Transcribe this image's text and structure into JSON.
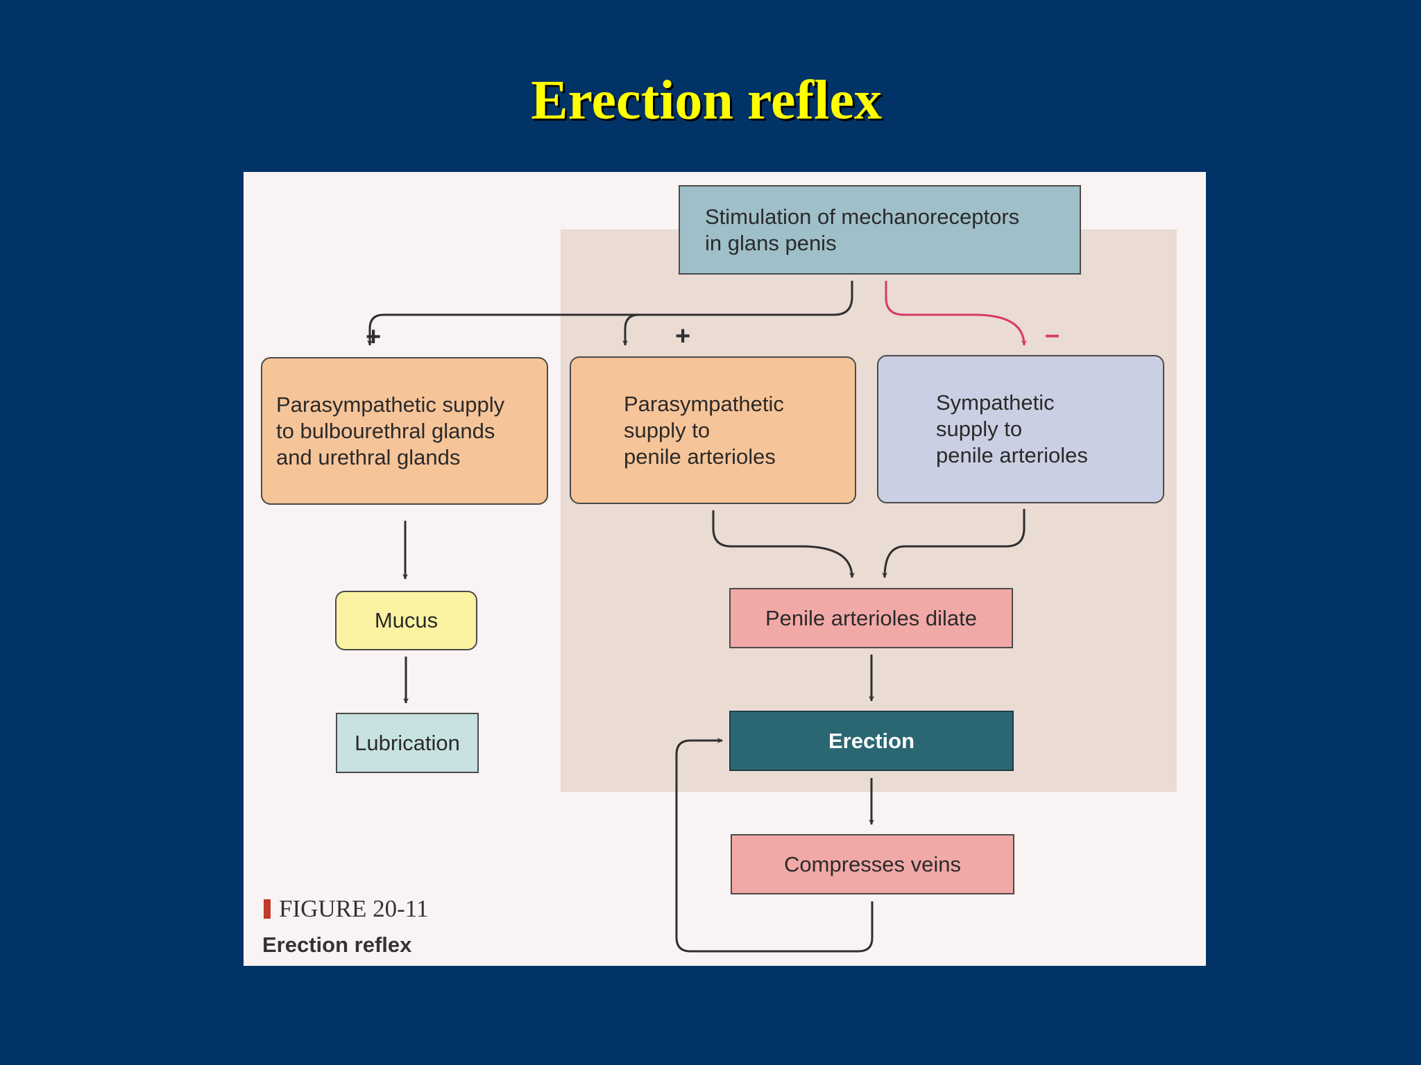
{
  "slide": {
    "title": "Erection reflex"
  },
  "diagram": {
    "nodes": {
      "stimulus": "Stimulation of mechanoreceptors\nin glans penis",
      "para_glands": "Parasympathetic supply\nto bulbourethral glands\nand urethral glands",
      "para_arterioles": "Parasympathetic\nsupply to\npenile arterioles",
      "symp_arterioles": "Sympathetic\nsupply to\npenile arterioles",
      "mucus": "Mucus",
      "lubrication": "Lubrication",
      "arterioles_dilate": "Penile arterioles dilate",
      "erection": "Erection",
      "compresses_veins": "Compresses veins"
    },
    "signs": {
      "plus_glands": "+",
      "plus_arterioles": "+",
      "minus_sympathetic": "–"
    },
    "edges": [
      {
        "from": "stimulus",
        "to": "para_glands",
        "effect": "+"
      },
      {
        "from": "stimulus",
        "to": "para_arterioles",
        "effect": "+"
      },
      {
        "from": "stimulus",
        "to": "symp_arterioles",
        "effect": "–"
      },
      {
        "from": "para_glands",
        "to": "mucus"
      },
      {
        "from": "mucus",
        "to": "lubrication"
      },
      {
        "from": "para_arterioles",
        "to": "arterioles_dilate"
      },
      {
        "from": "symp_arterioles",
        "to": "arterioles_dilate"
      },
      {
        "from": "arterioles_dilate",
        "to": "erection"
      },
      {
        "from": "erection",
        "to": "compresses_veins"
      },
      {
        "from": "compresses_veins",
        "to": "erection"
      }
    ],
    "colors": {
      "background": "#023366",
      "title": "#ffff00",
      "stimulus": "#9fbfc9",
      "parasympathetic": "#f6c499",
      "sympathetic": "#cbcfe3",
      "mucus": "#fbf3a2",
      "lubrication": "#c7e2e0",
      "response": "#f1a9a7",
      "erection": "#2b6673",
      "inhibitory_arrow": "#d8386b"
    }
  },
  "caption": {
    "label": "FIGURE 20-11",
    "title": "Erection reflex"
  }
}
